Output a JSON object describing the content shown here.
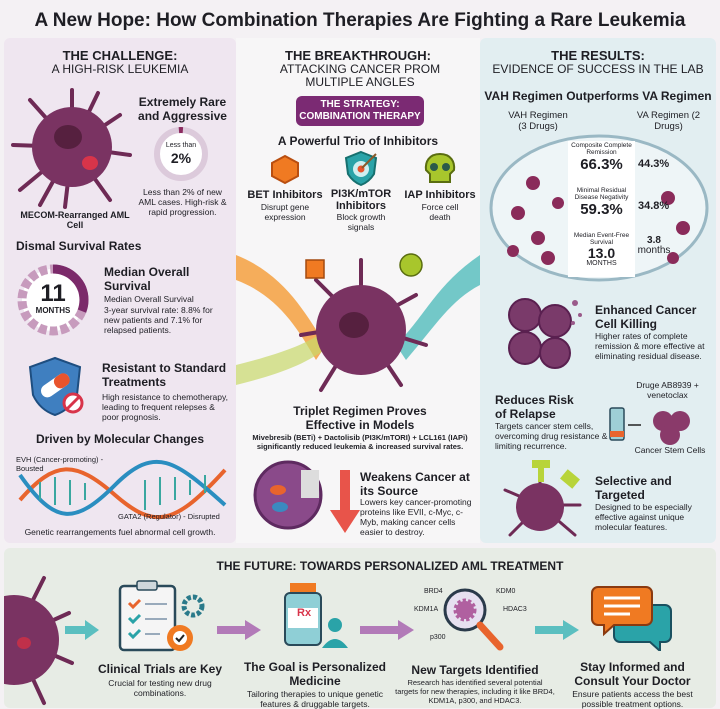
{
  "title": "A New Hope: How Combination Therapies Are Fighting a Rare Leukemia",
  "challenge": {
    "heading": "THE CHALLENGE:",
    "subheading": "A HIGH-RISK LEUKEMIA",
    "cell_label": "MECOM-Rearranged AML Cell",
    "rare": {
      "title": "Extremely Rare and Aggressive",
      "donut_top": "Less than",
      "donut_value": "2%",
      "donut_fraction": 0.02,
      "desc": "Less than 2% of new AML cases. High-risk & rapid progression."
    },
    "survival": {
      "title": "Dismal Survival Rates",
      "donut_value": "11",
      "donut_unit": "MONTHS",
      "median_title": "Median Overall Survival",
      "median_sub": "Median Overall Survival",
      "desc": "3-year survival rate: 8.8% for new patients and 7.1% for relapsed patients."
    },
    "resistant": {
      "title": "Resistant to Standard Treatments",
      "desc": "High resistance to chemotherapy, leading to frequent relepses & poor prognosis."
    },
    "molecular": {
      "title": "Driven by Molecular Changes",
      "label_evi": "EVH (Cancer-promoting) - Bousted",
      "label_gata": "GATA2 (Regulator) - Disrupted",
      "caption": "Genetic rearrangements fuel abnormal cell growth."
    }
  },
  "breakthrough": {
    "heading": "THE BREAKTHROUGH:",
    "subheading": "ATTACKING CANCER PROM MULTIPLE ANGLES",
    "strategy": "THE STRATEGY: COMBINATION THERAPY",
    "trio_title": "A Powerful Trio of Inhibitors",
    "inhibitors": [
      {
        "name": "BET Inhibitors",
        "desc": "Disrupt gene expression",
        "color": "#f07a22"
      },
      {
        "name": "PI3K/mTOR Inhibitors",
        "desc": "Block growth signals",
        "color": "#2aa3a8"
      },
      {
        "name": "IAP Inhibitors",
        "desc": "Force cell death",
        "color": "#a8c62c"
      }
    ],
    "triplet": {
      "title": "Triplet Regimen Proves Effective in Models",
      "desc": "Mivebresib (BETi) + Dactolisib (PI3K/mTORI) + LCL161 (IAPi) significantly reduced leukemia & increased survival rates."
    },
    "weakens": {
      "title": "Weakens Cancer at its Source",
      "desc": "Lowers key cancer-promoting proteins like EVII, c-Myc, c-Myb, making cancer cells easier to destroy."
    }
  },
  "results": {
    "heading": "THE RESULTS:",
    "subheading": "EVIDENCE OF SUCCESS IN THE LAB",
    "compare_title": "VAH Regimen Outperforms VA Regimen",
    "vah_label": "VAH Regimen (3 Drugs)",
    "va_label": "VA Regimen (2 Drugs)",
    "metrics": [
      {
        "name": "Composite Complete Remission",
        "vah": "66.3%",
        "va": "44.3%"
      },
      {
        "name": "Minimal Residual Disease Negativity",
        "vah": "59.3%",
        "va": "34.8%"
      },
      {
        "name": "Median Event-Free Survival",
        "vah": "13.0",
        "vah_unit": "MONTHS",
        "va": "3.8",
        "va_unit": "months"
      }
    ],
    "killing": {
      "title": "Enhanced Cancer Cell Killing",
      "desc": "Higher rates of complete remission & more effective at eliminating residual disease."
    },
    "relapse": {
      "title": "Reduces Risk of Relapse",
      "desc": "Targets cancer stem cells, overcoming drug resistance & limiting recurrence.",
      "drug_label": "Druge AB8939 + venetoclax",
      "stem_label": "Cancer Stem Cells"
    },
    "selective": {
      "title": "Selective and Targeted",
      "desc": "Designed to be especially effective against unique molecular features."
    }
  },
  "future": {
    "heading": "THE FUTURE: TOWARDS PERSONALIZED AML TREATMENT",
    "steps": [
      {
        "title": "Clinical Trials are Key",
        "desc": "Crucial for testing new drug combinations."
      },
      {
        "title": "The Goal is Personalized Medicine",
        "desc": "Tailoring therapies to unique genetic features & druggable targets."
      },
      {
        "title": "New Targets Identified",
        "desc": "Research has identified several potential targets for new therapies, including it like BRD4, KDM1A, p300, and HDAC3."
      },
      {
        "title": "Stay Informed and Consult Your Doctor",
        "desc": "Ensure patients access the best possible treatment options."
      }
    ],
    "targets": [
      "BRD4",
      "KDM0",
      "KDM1A",
      "HDAC3",
      "p300"
    ],
    "rx": "Rx"
  },
  "colors": {
    "purple": "#7b2a73",
    "cell": "#6e2a55",
    "teal": "#2aa3a8",
    "orange": "#f07a22"
  }
}
